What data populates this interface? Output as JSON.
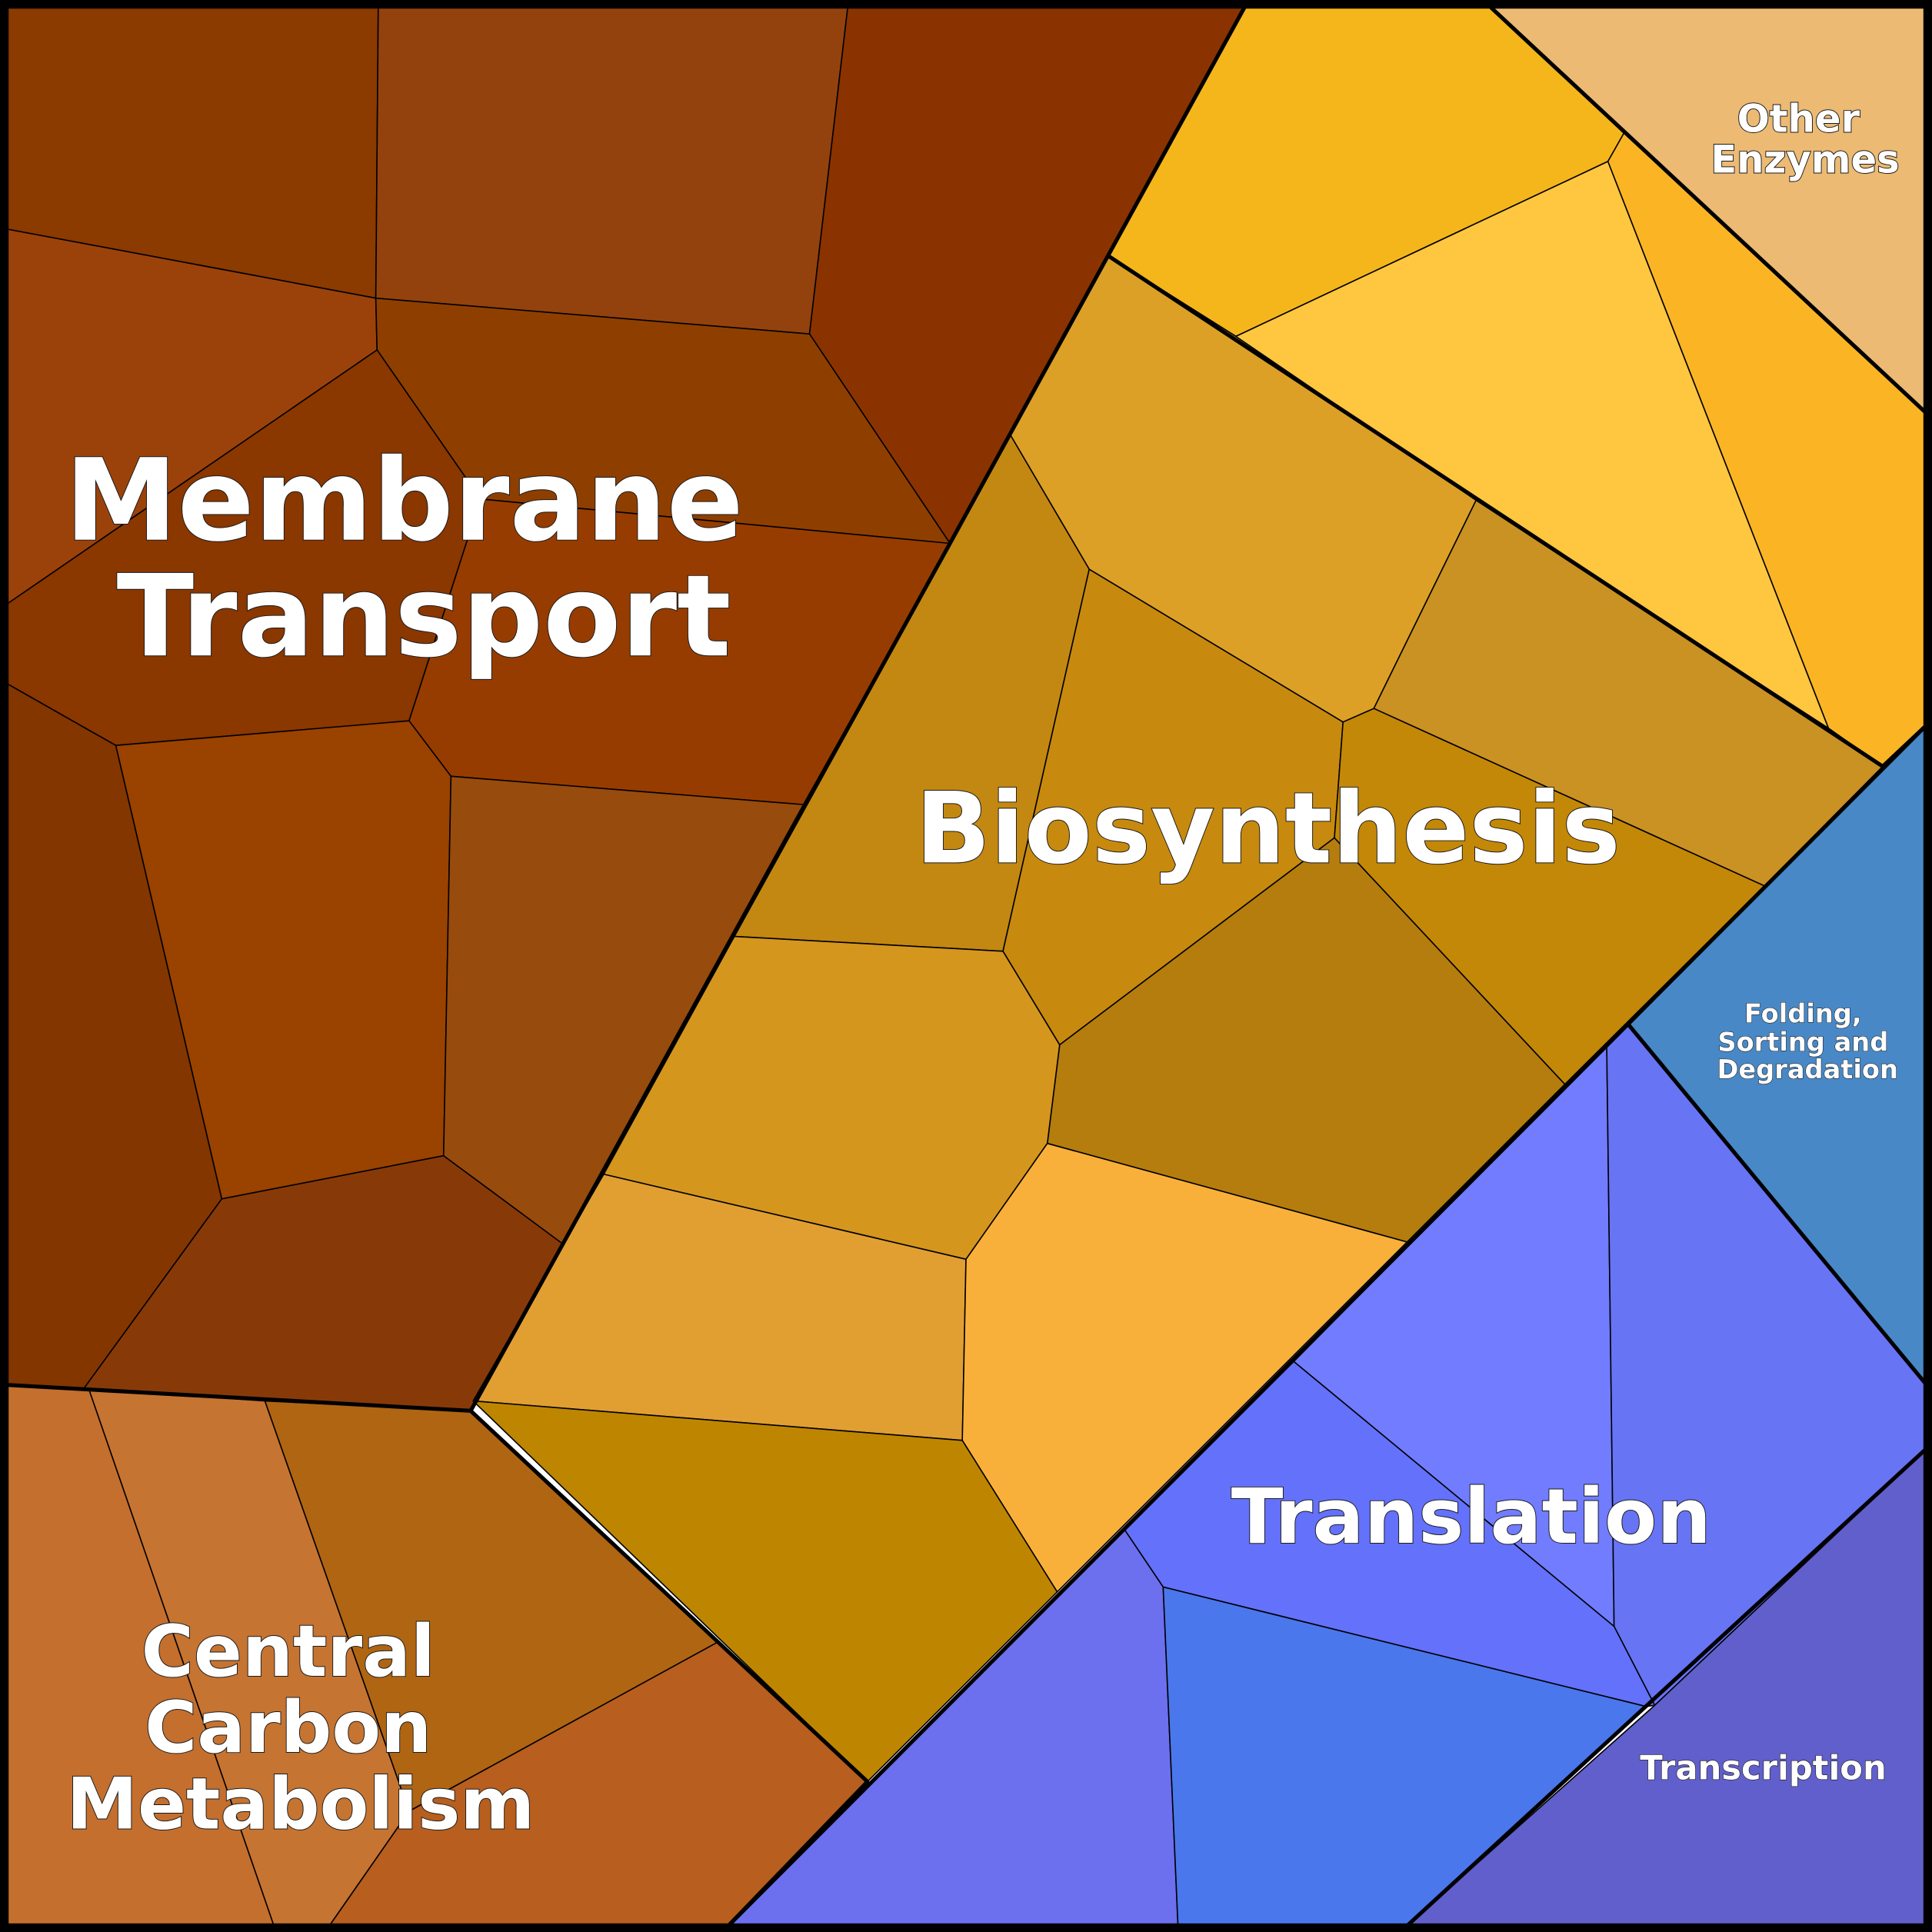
{
  "diagram": {
    "type": "voronoi-treemap",
    "groups": [
      {
        "id": "membrane",
        "label_lines": [
          "Membrane",
          "Transport"
        ],
        "color": "#8B3A00"
      },
      {
        "id": "biosynthesis",
        "label_lines": [
          "Biosynthesis"
        ],
        "color": "#D4A017"
      },
      {
        "id": "other",
        "label_lines": [
          "Other",
          "Enzymes"
        ],
        "color": "#ECBA73"
      },
      {
        "id": "folding",
        "label_lines": [
          "Folding,",
          "Sorting and",
          "Degradation"
        ],
        "color": "#4888C6"
      },
      {
        "id": "translation",
        "label_lines": [
          "Translation"
        ],
        "color": "#6672F9"
      },
      {
        "id": "transcription",
        "label_lines": [
          "Transcription"
        ],
        "color": "#615FCB"
      },
      {
        "id": "central",
        "label_lines": [
          "Central",
          "Carbon",
          "Metabolism"
        ],
        "color": "#C57230"
      }
    ]
  },
  "labels": {
    "membrane_1": "Membrane",
    "membrane_2": "Transport",
    "biosynthesis": "Biosynthesis",
    "other_1": "Other",
    "other_2": "Enzymes",
    "folding_1": "Folding,",
    "folding_2": "Sorting and",
    "folding_3": "Degradation",
    "translation": "Translation",
    "transcription": "Transcription",
    "central_1": "Central",
    "central_2": "Carbon",
    "central_3": "Metabolism"
  }
}
